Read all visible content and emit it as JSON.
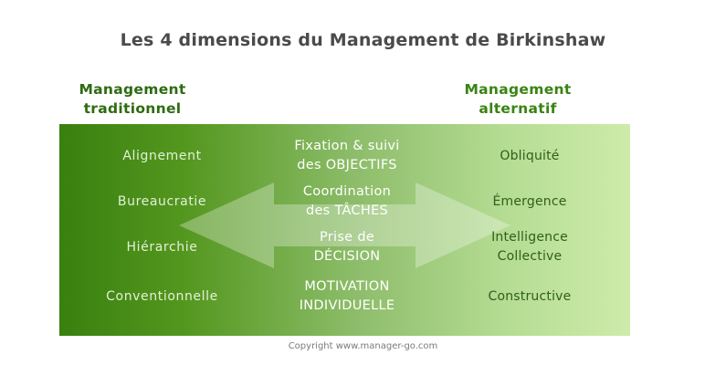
{
  "title": "Les 4 dimensions du Management de Birkinshaw",
  "headers": {
    "left_line1": "Management",
    "left_line2": "traditionnel",
    "right_line1": "Management",
    "right_line2": "alternatif"
  },
  "rows": [
    {
      "left": "Alignement",
      "mid_line1": "Fixation & suivi",
      "mid_line2": "des OBJECTIFS",
      "right_line1": "Obliquité",
      "right_line2": ""
    },
    {
      "left": "Bureaucratie",
      "mid_line1": "Coordination",
      "mid_line2": "des TÂCHES",
      "right_line1": "Émergence",
      "right_line2": ""
    },
    {
      "left": "Hiérarchie",
      "mid_line1": "Prise de",
      "mid_line2": "DÉCISION",
      "right_line1": "Intelligence",
      "right_line2": "Collective"
    },
    {
      "left": "Conventionnelle",
      "mid_line1": "MOTIVATION",
      "mid_line2": "INDIVIDUELLE",
      "right_line1": "Constructive",
      "right_line2": ""
    }
  ],
  "footer": "Copyright www.manager-go.com",
  "colors": {
    "title_text": "#4a4a4a",
    "header_left_text": "#2e6b12",
    "header_right_text": "#398313",
    "panel_gradient_start": "#38800f",
    "panel_gradient_end": "#cdecab",
    "left_cell_text": "#e2f0d6",
    "mid_cell_text": "#ffffff",
    "right_cell_text": "#2f5f1a",
    "arrow_overlay": "rgba(255,255,255,0.30)",
    "footer_text": "#7b7b7b"
  }
}
